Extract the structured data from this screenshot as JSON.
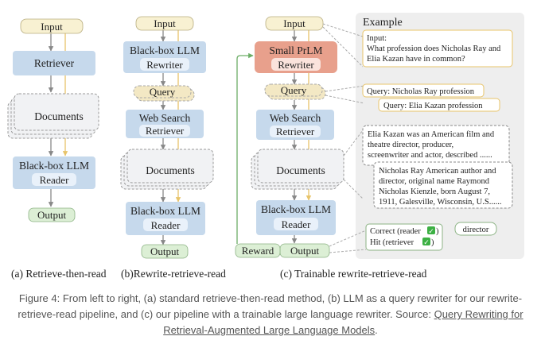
{
  "panel_a": {
    "input": "Input",
    "retriever": "Retriever",
    "documents": "Documents",
    "reader_top": "Black-box LLM",
    "reader_bottom": "Reader",
    "output": "Output",
    "label": "(a) Retrieve-then-read"
  },
  "panel_b": {
    "input": "Input",
    "rewriter_top": "Black-box LLM",
    "rewriter_bottom": "Rewriter",
    "query": "Query",
    "search_top": "Web Search",
    "search_bottom": "Retriever",
    "documents": "Documents",
    "reader_top": "Black-box LLM",
    "reader_bottom": "Reader",
    "output": "Output",
    "label": "(b)Rewrite-retrieve-read"
  },
  "panel_c": {
    "input": "Input",
    "rewriter_top": "Small PrLM",
    "rewriter_bottom": "Rewriter",
    "query": "Query",
    "search_top": "Web Search",
    "search_bottom": "Retriever",
    "documents": "Documents",
    "reader_top": "Black-box LLM",
    "reader_bottom": "Reader",
    "output": "Output",
    "reward": "Reward",
    "label": "(c) Trainable rewrite-retrieve-read"
  },
  "example": {
    "title": "Example",
    "input_label": "Input:",
    "input_line1": "What profession does Nicholas Ray and",
    "input_line2": "Elia Kazan have in common?",
    "query1": "Query: Nicholas Ray profession",
    "query2": "Query: Elia Kazan profession",
    "doc1_lines": [
      "Elia Kazan was an American film and",
      "theatre director, producer,",
      "screenwriter and actor, described ......"
    ],
    "doc2_lines": [
      "Nicholas Ray American author and",
      "director, original name Raymond",
      "Nicholas Kienzle, born August 7,",
      "1911, Galesville, Wisconsin, U.S......"
    ],
    "correct": "Correct (reader",
    "hit": "Hit (retriever",
    "check_mark": "✓",
    "close_paren": ")",
    "answer": "director"
  },
  "caption": {
    "prefix": "Figure 4: From left to right, (a) standard retrieve-then-read method, (b) LLM as a query rewriter for our rewrite-retrieve-read pipeline, and (c) our pipeline with a trainable large language rewriter. Source: ",
    "link": "Query Rewriting for Retrieval-Augmented Large Language Models",
    "suffix": "."
  },
  "colors": {
    "input_fill": "#f8f1d2",
    "blue_fill": "#c6d9ec",
    "blue_inner": "#e9f1fa",
    "doc_fill": "#f1f2f4",
    "green_fill": "#dcefd5",
    "red_fill": "#e8a08c",
    "query_fill": "#f3e8c4",
    "example_bg": "#eeeeee",
    "arrow_gray": "#888888",
    "arrow_gold": "#e8c46a",
    "reward_green": "#6cae66",
    "check_green": "#3cb043"
  }
}
